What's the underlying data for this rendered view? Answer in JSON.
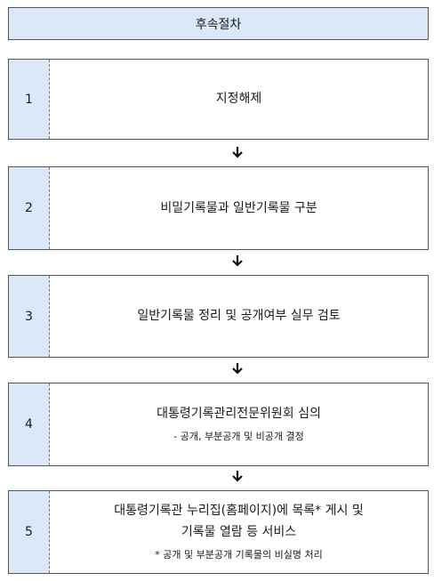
{
  "title": "후속절차",
  "steps": [
    {
      "num": "1",
      "lines": [
        "지정해제"
      ],
      "note": ""
    },
    {
      "num": "2",
      "lines": [
        "비밀기록물과 일반기록물 구분"
      ],
      "note": ""
    },
    {
      "num": "3",
      "lines": [
        "일반기록물 정리 및 공개여부 실무 검토"
      ],
      "note": ""
    },
    {
      "num": "4",
      "lines": [
        "대통령기록관리전문위원회 심의"
      ],
      "note": "- 공개, 부분공개 및 비공개 결정"
    },
    {
      "num": "5",
      "lines": [
        "대통령기록관 누리집(홈페이지)에 목록* 게시 및",
        "기록물 열람 등 서비스"
      ],
      "note": "* 공개 및 부분공개 기록물의 비실명 처리"
    }
  ]
}
